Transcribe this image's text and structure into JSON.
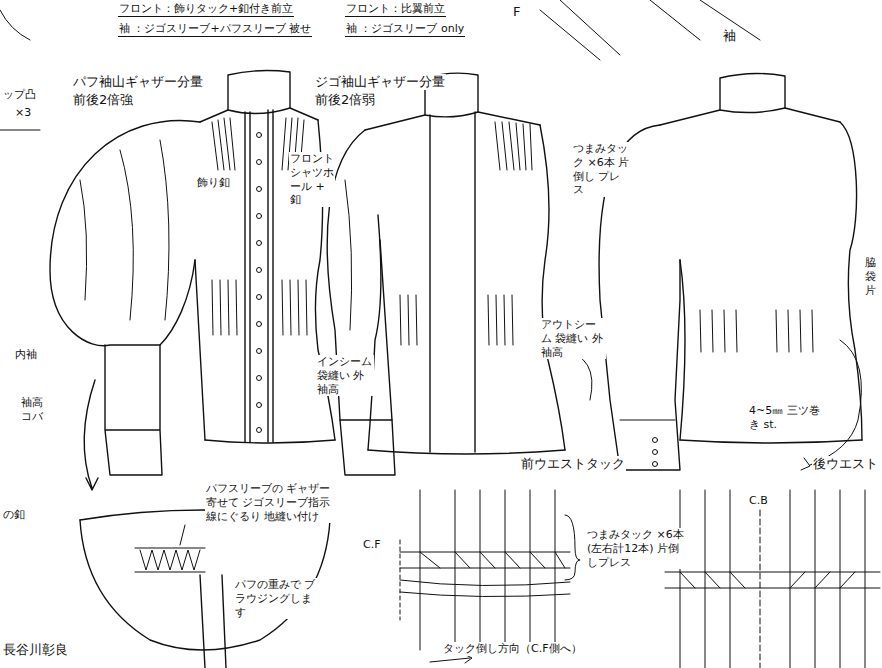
{
  "diagram": {
    "labels": [
      "フロント：飾りタック+釦付き前立",
      "袖 ：ジゴスリーブ+パフスリーブ 被せ",
      "フロント：比翼前立",
      "袖 ：ジゴスリーブ only",
      "F",
      "袖",
      "ップ凸",
      "×3",
      "パフ袖山ギャザー分量",
      "前後2倍強",
      "飾り釦",
      "フロント シャツホール + 釦",
      "ジゴ袖山ギャザー分量",
      "前後2倍弱",
      "つまみタック ×6本 片倒し プレス",
      "脇 袋 片",
      "アウトシーム 袋縫い 外袖高",
      "インシーム 袋縫い 外袖高",
      "4~5㎜ 三ツ巻き st.",
      "内袖",
      "袖高 コバ",
      "の釦",
      "パフスリーブの ギャザー寄せて ジゴスリーブ指示線にぐるり 地縫い付け",
      "パフの重みで ブラウジングします",
      "前ウエストタック",
      "C.F",
      "つまみタック ×6本 (左右計12本) 片倒しプレス",
      "タック倒し方向（C.F側へ）",
      "後ウエスト",
      "C.B",
      "長谷川彰良"
    ]
  }
}
